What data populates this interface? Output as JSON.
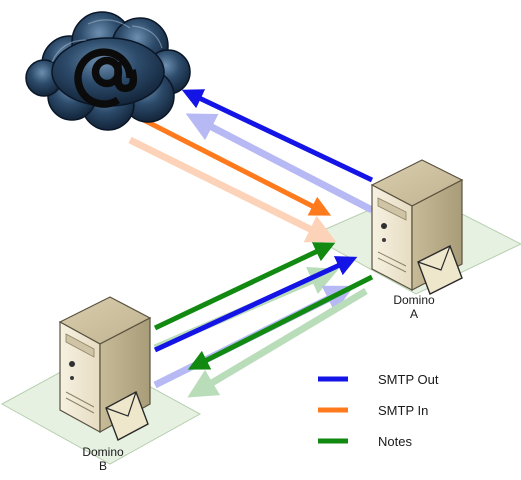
{
  "internet": {
    "symbol": "@",
    "icon": "internet-cloud-icon"
  },
  "servers": [
    {
      "id": "a",
      "label_line1": "Domino",
      "label_line2": "A",
      "icon": "server-tower-icon"
    },
    {
      "id": "b",
      "label_line1": "Domino",
      "label_line2": "B",
      "icon": "server-tower-icon"
    }
  ],
  "legend": [
    {
      "key": "smtp_out",
      "label": "SMTP Out",
      "color": "#1414e6"
    },
    {
      "key": "smtp_in",
      "label": "SMTP In",
      "color": "#ff7a1c"
    },
    {
      "key": "notes",
      "label": "Notes",
      "color": "#128a12"
    }
  ],
  "colors": {
    "smtp_out": "#1414e6",
    "smtp_out_faded": "#b7b9f4",
    "smtp_in": "#ff7a1c",
    "smtp_in_faded": "#fcd3b8",
    "notes": "#128a12",
    "notes_faded": "#b9dcb9",
    "cloud": "#1d3550",
    "pad": "#e5f0e1"
  }
}
